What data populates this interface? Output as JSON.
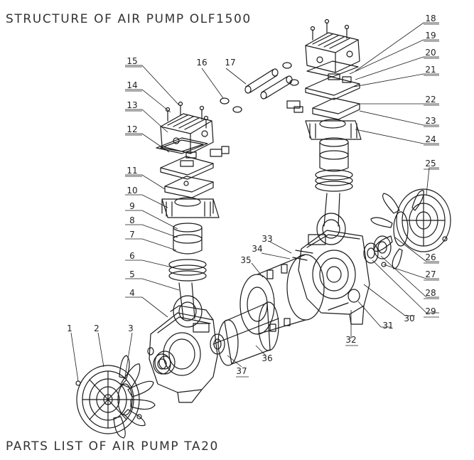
{
  "header": {
    "title": "STRUCTURE OF AIR PUMP OLF1500"
  },
  "footer": {
    "title": "PARTS LIST OF AIR PUMP TA20"
  },
  "diagram": {
    "part_labels": [
      "1",
      "2",
      "3",
      "4",
      "5",
      "6",
      "7",
      "8",
      "9",
      "10",
      "11",
      "12",
      "13",
      "14",
      "15",
      "16",
      "17",
      "18",
      "19",
      "20",
      "21",
      "22",
      "23",
      "24",
      "25",
      "26",
      "27",
      "28",
      "29",
      "30",
      "31",
      "32",
      "33",
      "34",
      "35",
      "36",
      "37"
    ]
  }
}
